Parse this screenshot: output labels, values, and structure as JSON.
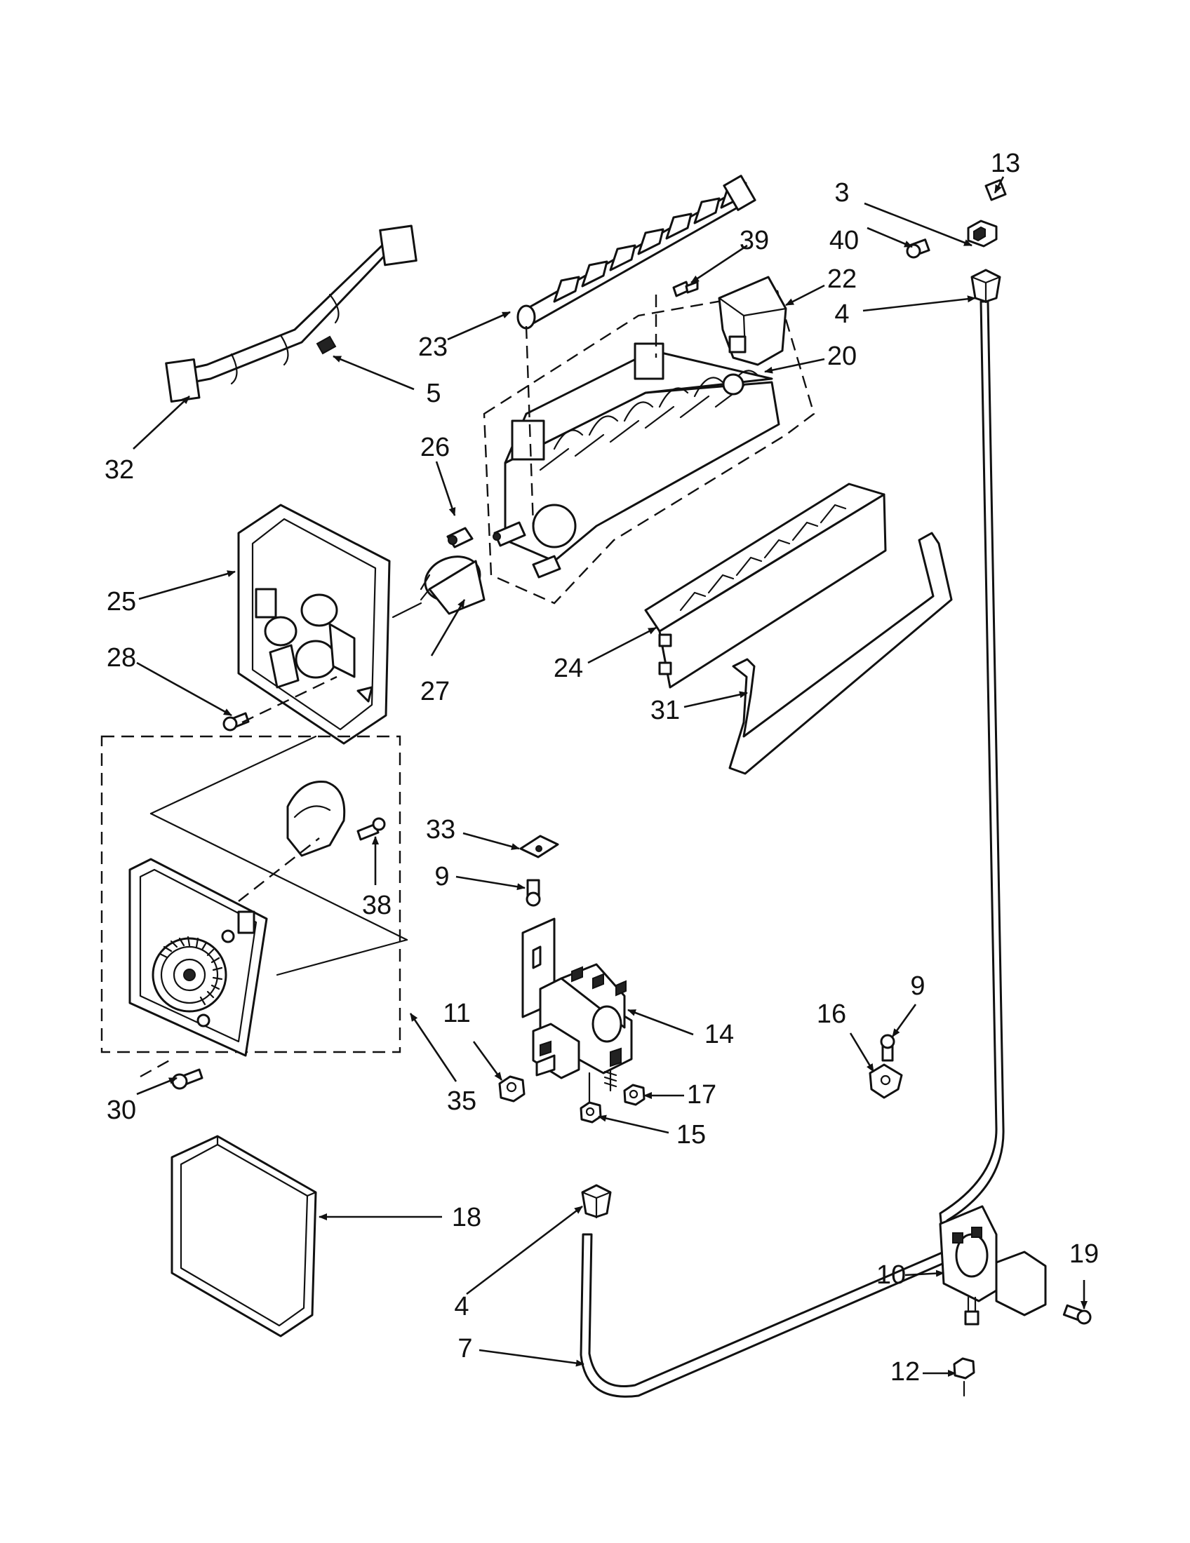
{
  "callouts": {
    "c3": "3",
    "c4a": "4",
    "c4b": "4",
    "c5": "5",
    "c7": "7",
    "c9a": "9",
    "c9b": "9",
    "c10": "10",
    "c11": "11",
    "c12": "12",
    "c13": "13",
    "c14": "14",
    "c15": "15",
    "c16": "16",
    "c17": "17",
    "c18": "18",
    "c19": "19",
    "c20": "20",
    "c22": "22",
    "c23": "23",
    "c24": "24",
    "c25": "25",
    "c26": "26",
    "c27": "27",
    "c28": "28",
    "c30": "30",
    "c31": "31",
    "c32": "32",
    "c33": "33",
    "c35": "35",
    "c38": "38",
    "c39": "39",
    "c40": "40"
  },
  "colors": {
    "ink": "#111111",
    "paper": "#ffffff"
  }
}
